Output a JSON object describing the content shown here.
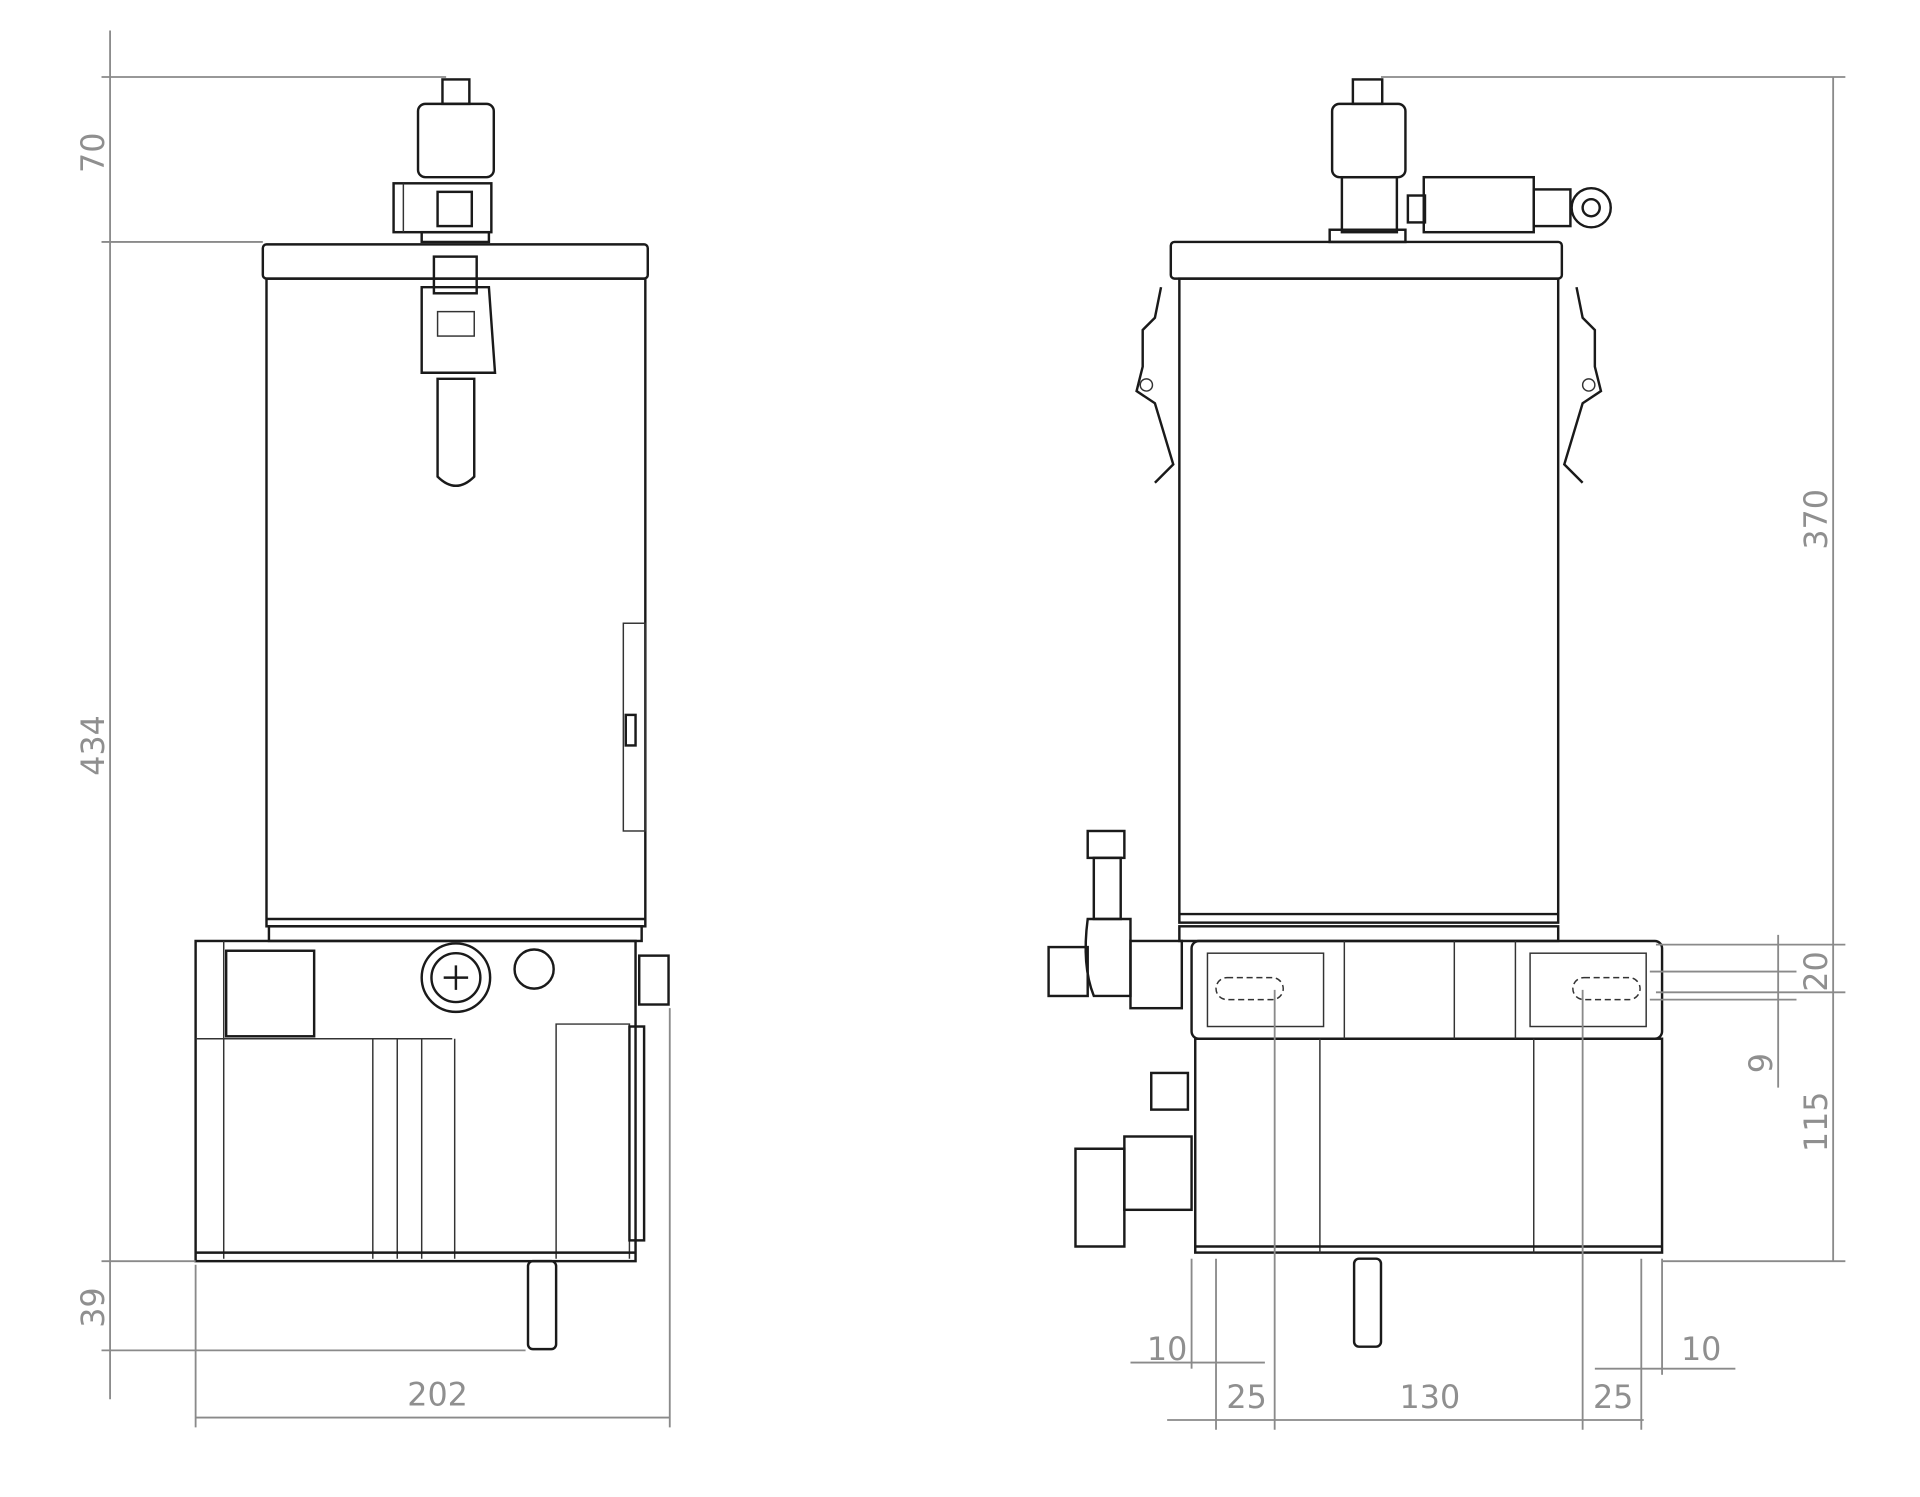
{
  "front_view": {
    "dimensions": {
      "valve_height": "70",
      "reservoir_height": "434",
      "outlet_height": "39",
      "base_width": "202"
    }
  },
  "side_view": {
    "dimensions": {
      "total_height": "370",
      "flange_height": "20",
      "hole_offset": "9",
      "base_height": "115",
      "left_edge": "10",
      "left_slot": "25",
      "hole_spacing": "130",
      "right_slot": "25",
      "right_edge": "10"
    }
  }
}
